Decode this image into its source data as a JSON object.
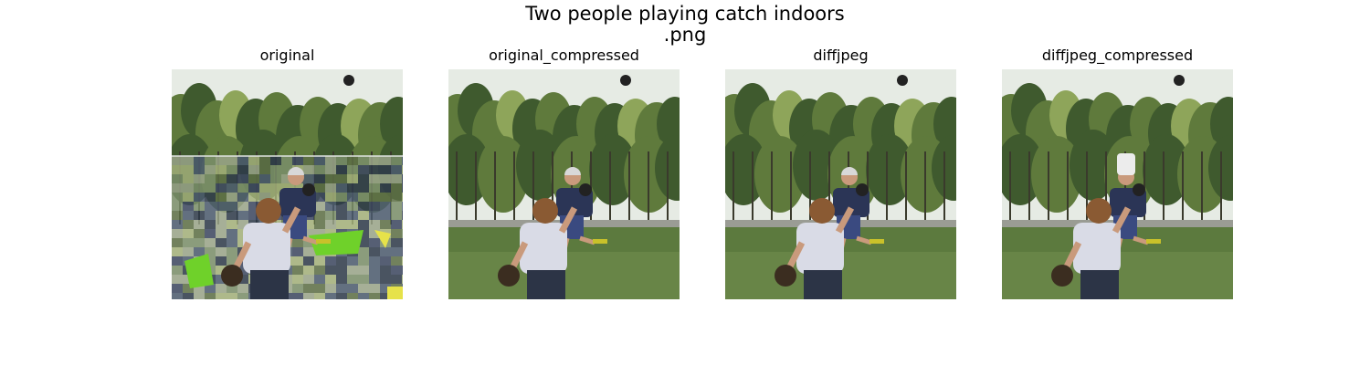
{
  "figure": {
    "title": "Two people playing catch indoors\n.png"
  },
  "panels": [
    {
      "title": "original",
      "variant": "glitched"
    },
    {
      "title": "original_compressed",
      "variant": "clean"
    },
    {
      "title": "diffjpeg",
      "variant": "clean"
    },
    {
      "title": "diffjpeg_compressed",
      "variant": "hat"
    }
  ],
  "palette": {
    "sky": "#e6ebe4",
    "tree_dark": "#3f5a2e",
    "tree_mid": "#5f7a3c",
    "tree_light": "#8ea55a",
    "grass": "#5c7a3e",
    "grass_light": "#7b9656",
    "road": "#9a9c94",
    "shirt_boy": "#d9dbe6",
    "shorts_boy": "#2c3446",
    "shirt_man": "#2b3556",
    "skin": "#c99a7c",
    "hair_boy": "#8a5a33",
    "hair_man": "#d8d8d8",
    "ball": "#222222",
    "glitch_green": "#6fd12a",
    "glitch_yellow": "#e6e24a"
  }
}
